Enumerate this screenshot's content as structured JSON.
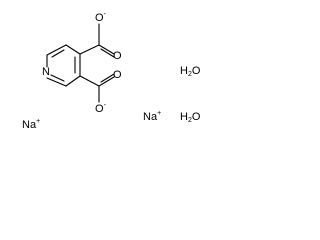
{
  "atoms": {
    "nitrogen": "N",
    "oxygen": "O",
    "oxide_charge": "-"
  },
  "counterions": {
    "sodium_1": {
      "symbol": "Na",
      "charge": "+"
    },
    "sodium_2": {
      "symbol": "Na",
      "charge": "+"
    }
  },
  "waters": {
    "water_1": {
      "h": "H",
      "h_count": "2",
      "o": "O"
    },
    "water_2": {
      "h": "H",
      "h_count": "2",
      "o": "O"
    }
  },
  "colors": {
    "bond": "#000000",
    "text": "#000000",
    "background": "#ffffff"
  }
}
